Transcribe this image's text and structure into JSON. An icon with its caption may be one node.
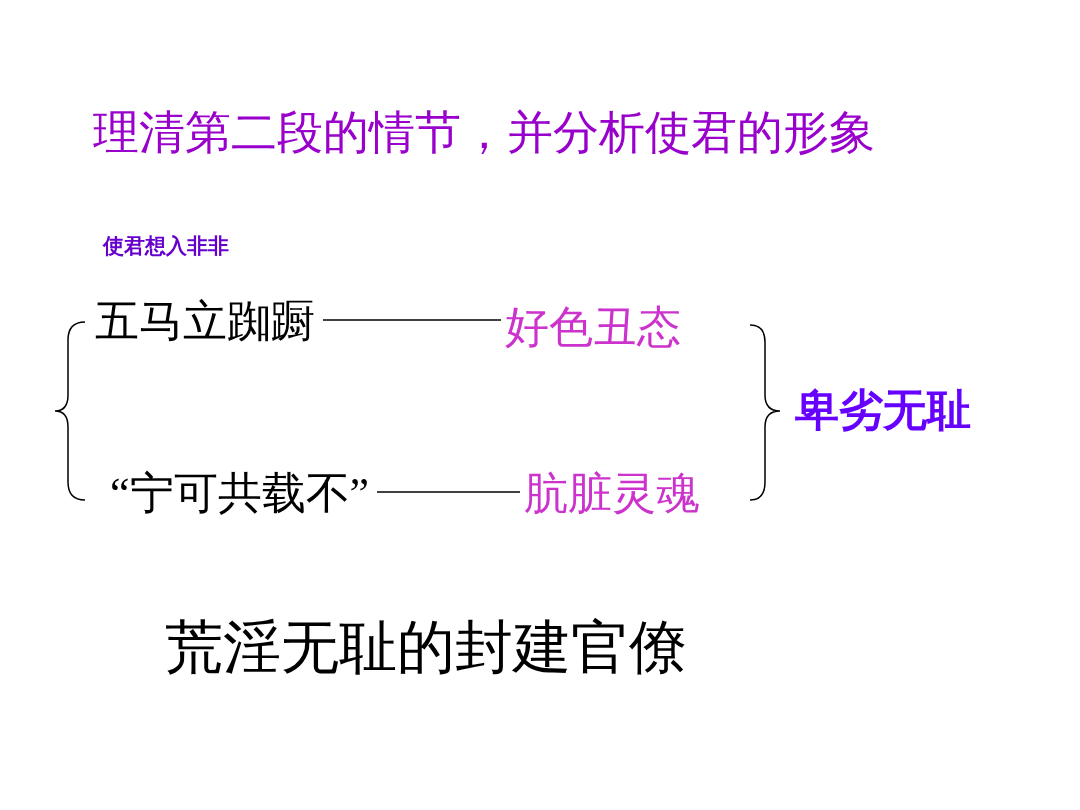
{
  "diagram": {
    "title": "理清第二段的情节，并分析使君的形象",
    "nodes": [
      {
        "text": [
          "五马立踟蹰"
        ]
      },
      {
        "text": [
          "好色丑态"
        ]
      },
      {
        "text": [
          "“宁可共载不”"
        ]
      },
      {
        "text": [
          "肮脏灵魂"
        ]
      },
      {
        "text": [
          "卑劣无耻"
        ]
      }
    ],
    "edges": [
      {
        "from": 0,
        "to": 1,
        "arrow": "none"
      },
      {
        "from": 2,
        "to": 3,
        "arrow": "none"
      }
    ],
    "labels": [
      "使君想入非非",
      "荒淫无耻的封建官僚"
    ]
  }
}
